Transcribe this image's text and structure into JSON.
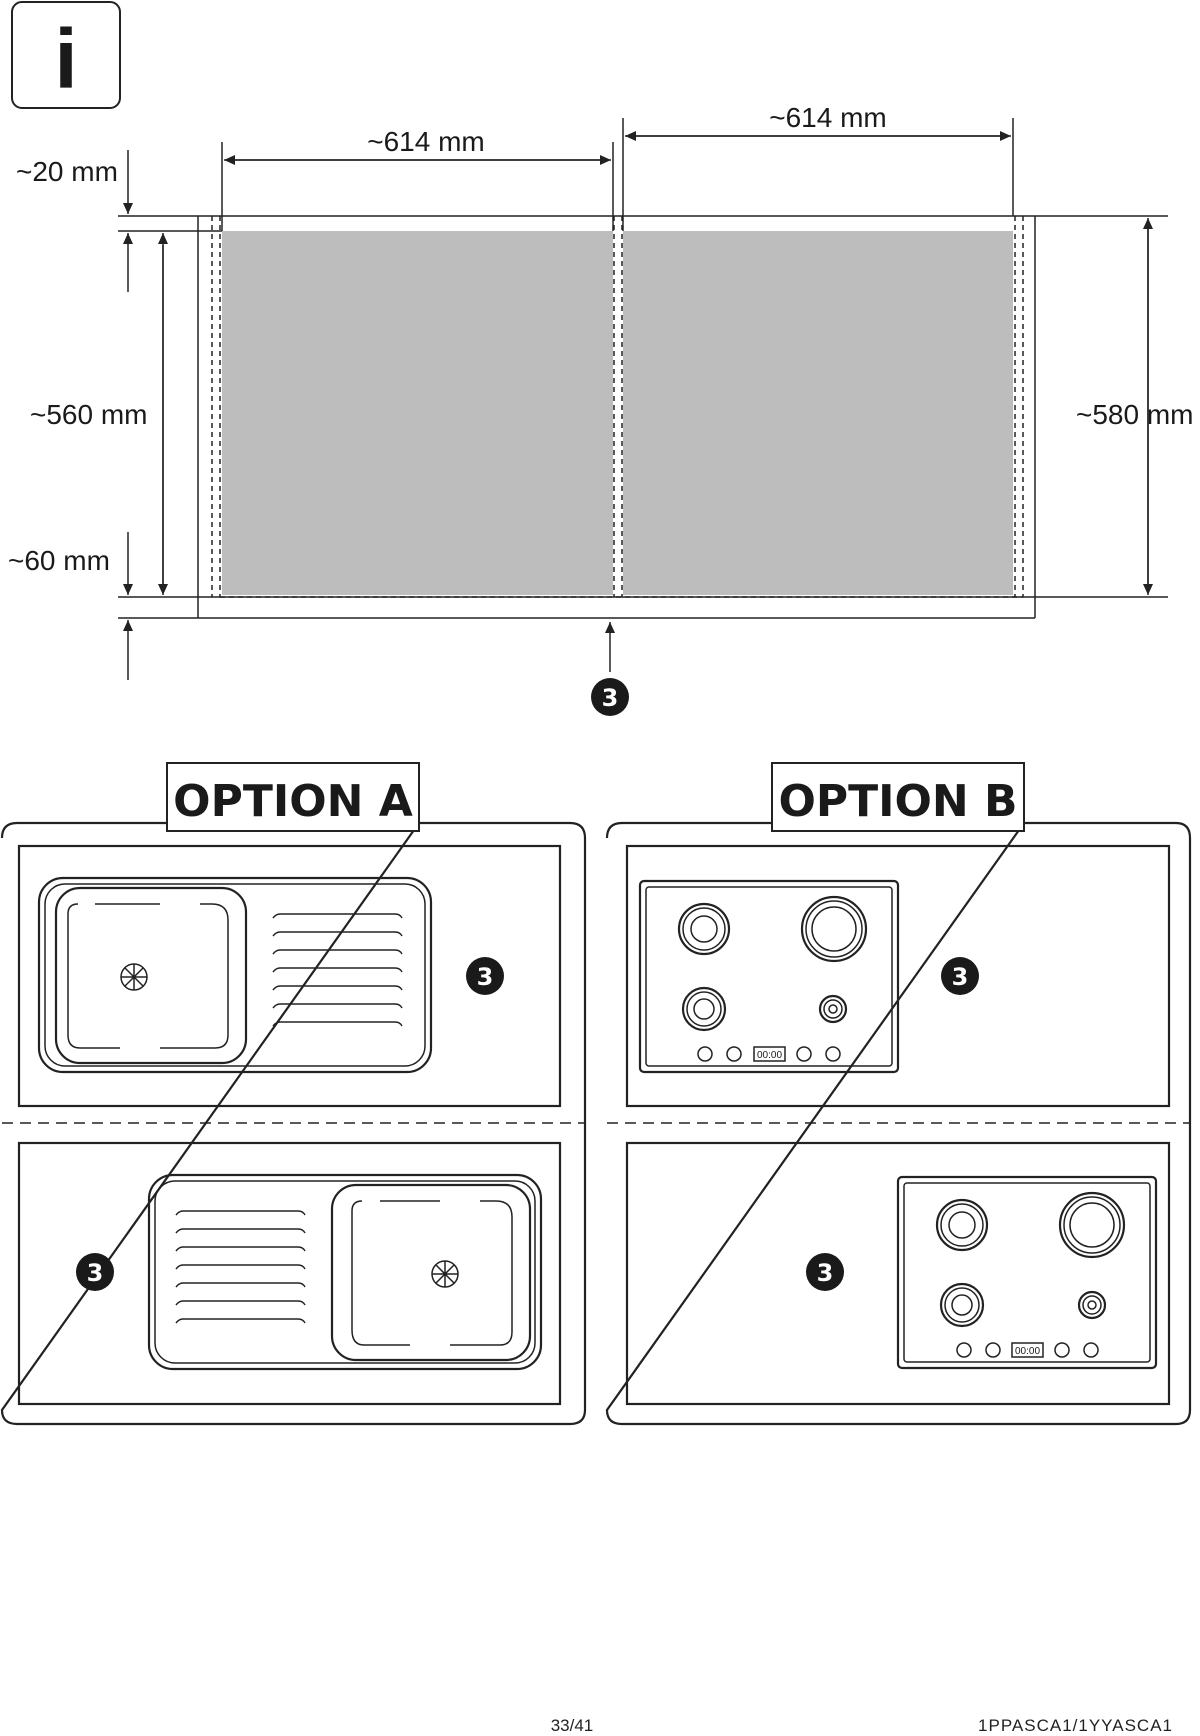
{
  "info_icon": {
    "symbol": "i",
    "icon": "info-icon"
  },
  "dimensions": {
    "top_left_width": "~614 mm",
    "top_right_width": "~614 mm",
    "top_gap": "~20 mm",
    "inner_height": "~560 mm",
    "outer_height": "~580 mm",
    "bottom_gap": "~60 mm"
  },
  "marker": {
    "label": "3"
  },
  "options": [
    {
      "title": "OPTION A"
    },
    {
      "title": "OPTION B"
    }
  ],
  "hob_display": "00:00",
  "footer": {
    "page": "33/41",
    "code": "1PPASCA1/1YYASCA1"
  },
  "colors": {
    "fill_gray": "#bdbdbd",
    "line": "#222222",
    "badge": "#1a1a1a"
  }
}
